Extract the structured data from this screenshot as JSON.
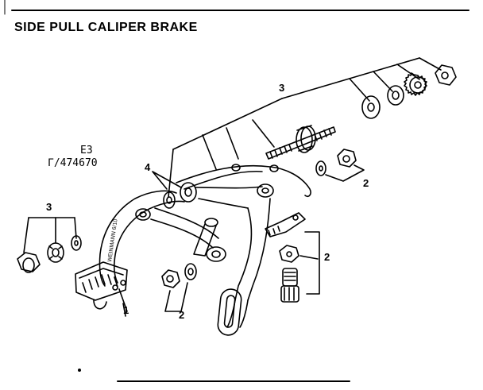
{
  "title": "SIDE PULL CALIPER BRAKE",
  "model_codes": {
    "line1": "E3",
    "line2": "Γ/474670"
  },
  "callouts": {
    "c3_top": "3",
    "c3_left": "3",
    "c4": "4",
    "c2_right_top": "2",
    "c2_right_mid": "2",
    "c2_bottom": "2",
    "c1": "1"
  }
}
